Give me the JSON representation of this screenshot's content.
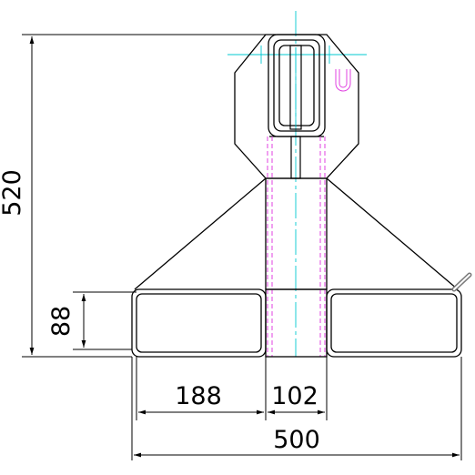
{
  "diagram": {
    "dimensions": {
      "height_overall": "520",
      "height_tray": "88",
      "width_side": "188",
      "width_center": "102",
      "width_overall": "500"
    },
    "colors": {
      "outline": "#000000",
      "centerline": "#00c8d2",
      "hidden_line": "#e040e0",
      "accent": "#7a7a7a"
    }
  }
}
